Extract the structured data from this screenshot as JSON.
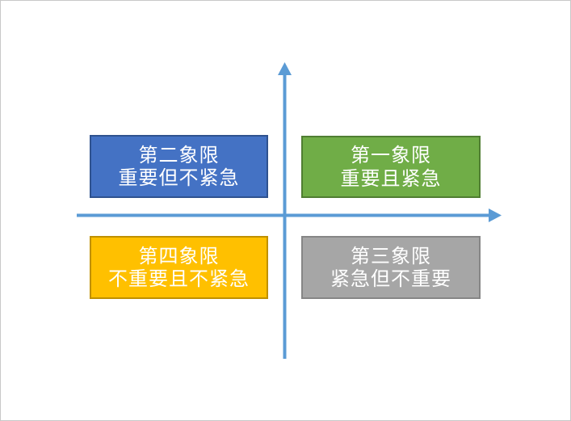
{
  "diagram": {
    "background_color": "#FFFFFF",
    "axis": {
      "color": "#5B9BD5",
      "vertical_name": "vertical-axis-arrow",
      "horizontal_name": "horizontal-axis-arrow"
    },
    "quadrants": [
      {
        "id": "q1",
        "name": "quadrant-first",
        "title": "第一象限",
        "subtitle": "重要且紧急",
        "fill": "#70AD47",
        "border": "#507E32",
        "text_color": "#FFFFFF"
      },
      {
        "id": "q2",
        "name": "quadrant-second",
        "title": "第二象限",
        "subtitle": "重要但不紧急",
        "fill": "#4472C4",
        "border": "#2F528F",
        "text_color": "#FFFFFF"
      },
      {
        "id": "q3",
        "name": "quadrant-third",
        "title": "第三象限",
        "subtitle": "紧急但不重要",
        "fill": "#A6A6A6",
        "border": "#868686",
        "text_color": "#FFFFFF"
      },
      {
        "id": "q4",
        "name": "quadrant-fourth",
        "title": "第四象限",
        "subtitle": "不重要且不紧急",
        "fill": "#FFC000",
        "border": "#BF9000",
        "text_color": "#FFFFFF"
      }
    ]
  }
}
